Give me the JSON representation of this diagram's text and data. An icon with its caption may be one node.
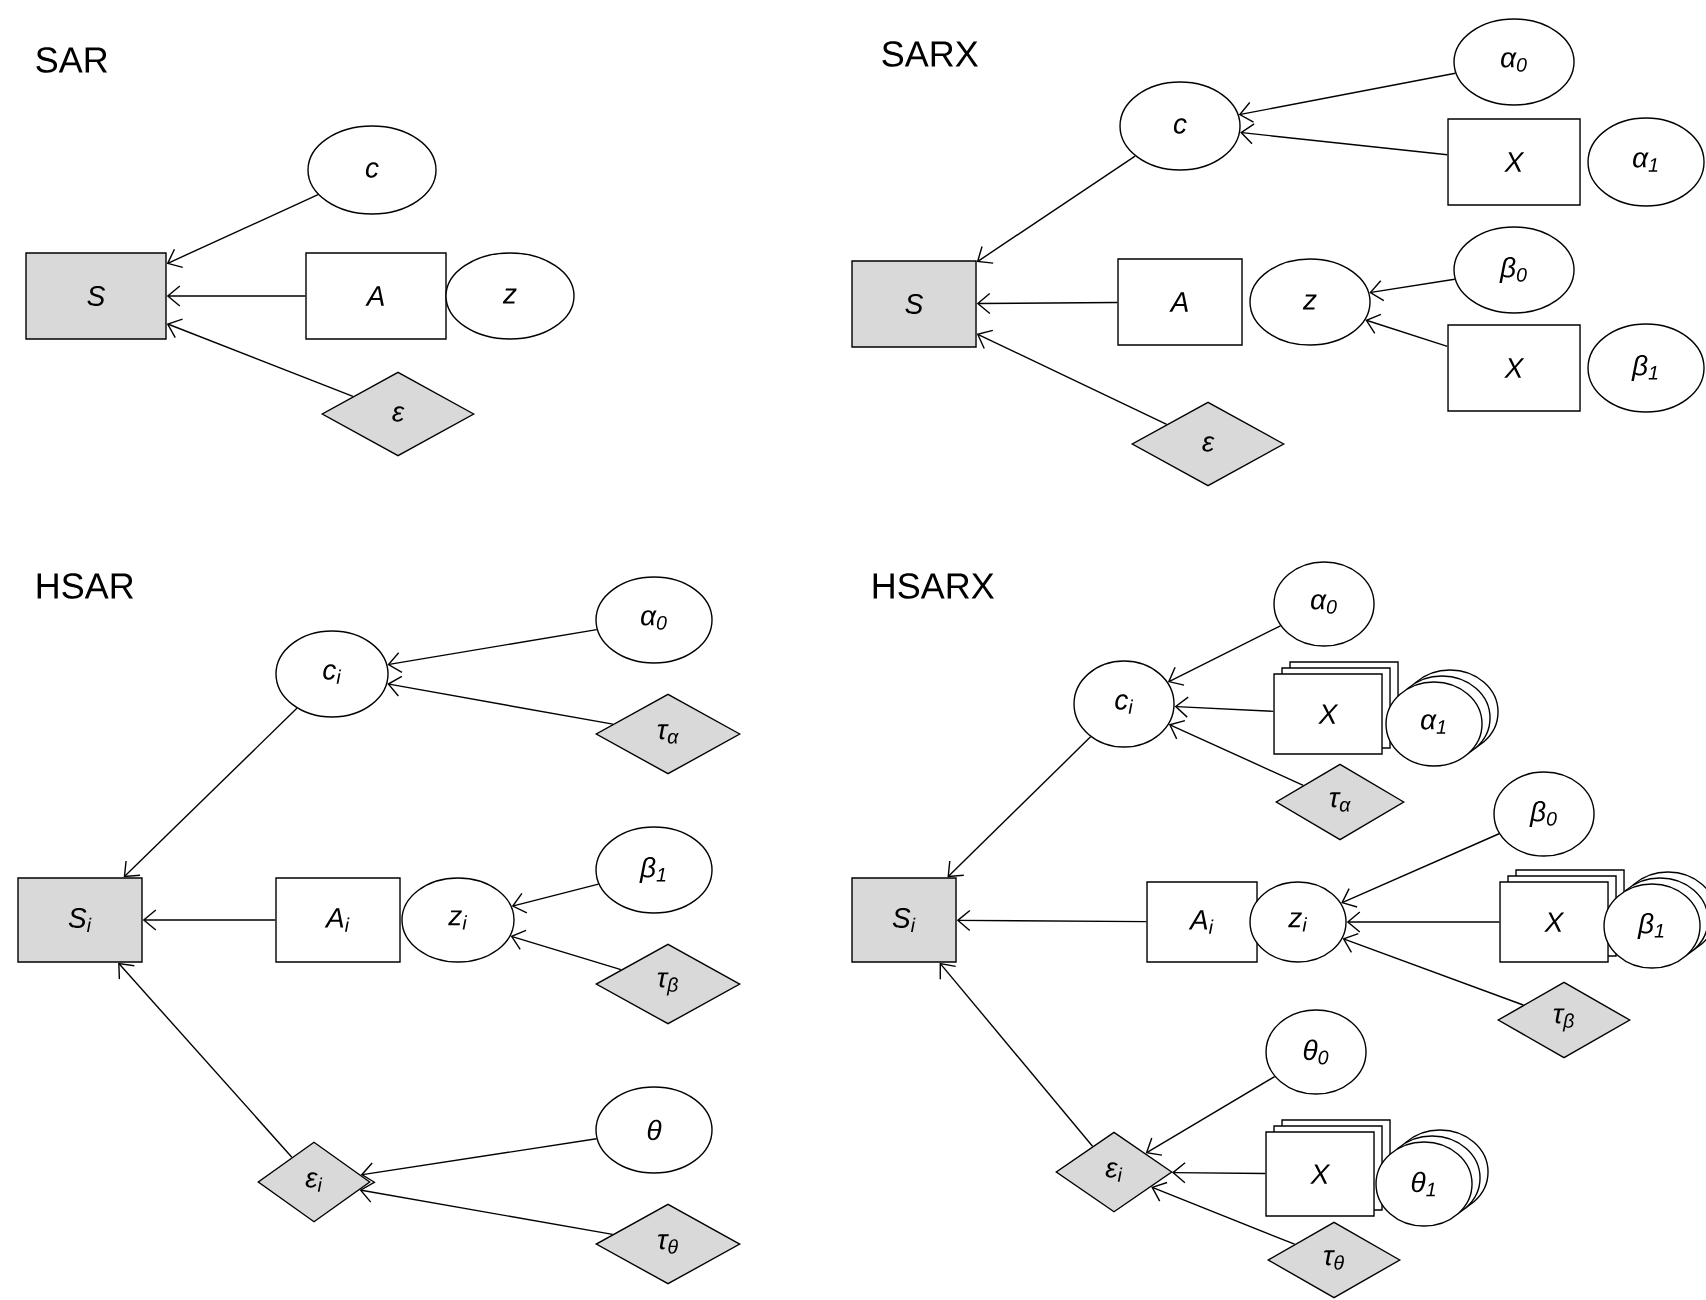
{
  "diagram": {
    "nodes": [
      {
        "text": [
          "S"
        ]
      },
      {
        "text": [
          "c"
        ]
      },
      {
        "text": [
          "A"
        ]
      },
      {
        "text": [
          "z"
        ]
      },
      {
        "text": [
          "ε"
        ]
      },
      {
        "text": [
          "S"
        ]
      },
      {
        "text": [
          "c"
        ]
      },
      {
        "text": [
          "α$_{0}$"
        ]
      },
      {
        "text": [
          "X"
        ]
      },
      {
        "text": [
          "α$_{1}$"
        ]
      },
      {
        "text": [
          "A"
        ]
      },
      {
        "text": [
          "z"
        ]
      },
      {
        "text": [
          "β$_{0}$"
        ]
      },
      {
        "text": [
          "X"
        ]
      },
      {
        "text": [
          "β$_{1}$"
        ]
      },
      {
        "text": [
          "ε"
        ]
      },
      {
        "text": [
          "S$_{i}$"
        ]
      },
      {
        "text": [
          "c$_{i}$"
        ]
      },
      {
        "text": [
          "α$_{0}$"
        ]
      },
      {
        "text": [
          "τ$_{α}$"
        ]
      },
      {
        "text": [
          "A$_{i}$"
        ]
      },
      {
        "text": [
          "z$_{i}$"
        ]
      },
      {
        "text": [
          "β$_{1}$"
        ]
      },
      {
        "text": [
          "τ$_{β}$"
        ]
      },
      {
        "text": [
          "ε$_{i}$"
        ]
      },
      {
        "text": [
          "θ"
        ]
      },
      {
        "text": [
          "τ$_{θ}$"
        ]
      },
      {
        "text": [
          "S$_{i}$"
        ]
      },
      {
        "text": [
          "c$_{i}$"
        ]
      },
      {
        "text": [
          "α$_{0}$"
        ]
      },
      {
        "text": [
          "X"
        ]
      },
      {
        "text": [
          "α$_{1}$"
        ]
      },
      {
        "text": [
          "τ$_{α}$"
        ]
      },
      {
        "text": [
          "A$_{i}$"
        ]
      },
      {
        "text": [
          "z$_{i}$"
        ]
      },
      {
        "text": [
          "β$_{0}$"
        ]
      },
      {
        "text": [
          "X"
        ]
      },
      {
        "text": [
          "β$_{1}$"
        ]
      },
      {
        "text": [
          "τ$_{β}$"
        ]
      },
      {
        "text": [
          "ε$_{i}$"
        ]
      },
      {
        "text": [
          "θ$_{0}$"
        ]
      },
      {
        "text": [
          "X"
        ]
      },
      {
        "text": [
          "θ$_{1}$"
        ]
      },
      {
        "text": [
          "τ$_{θ}$"
        ]
      }
    ],
    "edges": [
      {
        "from": 1,
        "to": 0,
        "arrow": "to"
      },
      {
        "from": 2,
        "to": 0,
        "arrow": "to"
      },
      {
        "from": 4,
        "to": 0,
        "arrow": "to"
      },
      {
        "from": 7,
        "to": 6,
        "arrow": "to"
      },
      {
        "from": 8,
        "to": 6,
        "arrow": "to"
      },
      {
        "from": 6,
        "to": 5,
        "arrow": "to"
      },
      {
        "from": 10,
        "to": 5,
        "arrow": "to"
      },
      {
        "from": 15,
        "to": 5,
        "arrow": "to"
      },
      {
        "from": 12,
        "to": 11,
        "arrow": "to"
      },
      {
        "from": 13,
        "to": 11,
        "arrow": "to"
      },
      {
        "from": 18,
        "to": 17,
        "arrow": "to"
      },
      {
        "from": 19,
        "to": 17,
        "arrow": "to"
      },
      {
        "from": 17,
        "to": 16,
        "arrow": "to"
      },
      {
        "from": 20,
        "to": 16,
        "arrow": "to"
      },
      {
        "from": 24,
        "to": 16,
        "arrow": "to"
      },
      {
        "from": 22,
        "to": 21,
        "arrow": "to"
      },
      {
        "from": 23,
        "to": 21,
        "arrow": "to"
      },
      {
        "from": 25,
        "to": 24,
        "arrow": "to"
      },
      {
        "from": 26,
        "to": 24,
        "arrow": "to"
      },
      {
        "from": 29,
        "to": 28,
        "arrow": "to"
      },
      {
        "from": 30,
        "to": 28,
        "arrow": "to"
      },
      {
        "from": 32,
        "to": 28,
        "arrow": "to"
      },
      {
        "from": 28,
        "to": 27,
        "arrow": "to"
      },
      {
        "from": 33,
        "to": 27,
        "arrow": "to"
      },
      {
        "from": 39,
        "to": 27,
        "arrow": "to"
      },
      {
        "from": 35,
        "to": 34,
        "arrow": "to"
      },
      {
        "from": 36,
        "to": 34,
        "arrow": "to"
      },
      {
        "from": 38,
        "to": 34,
        "arrow": "to"
      },
      {
        "from": 40,
        "to": 39,
        "arrow": "to"
      },
      {
        "from": 41,
        "to": 39,
        "arrow": "to"
      },
      {
        "from": 43,
        "to": 39,
        "arrow": "to"
      }
    ],
    "labels": [
      "SAR",
      "SARX",
      "HSAR",
      "HSARX"
    ]
  }
}
